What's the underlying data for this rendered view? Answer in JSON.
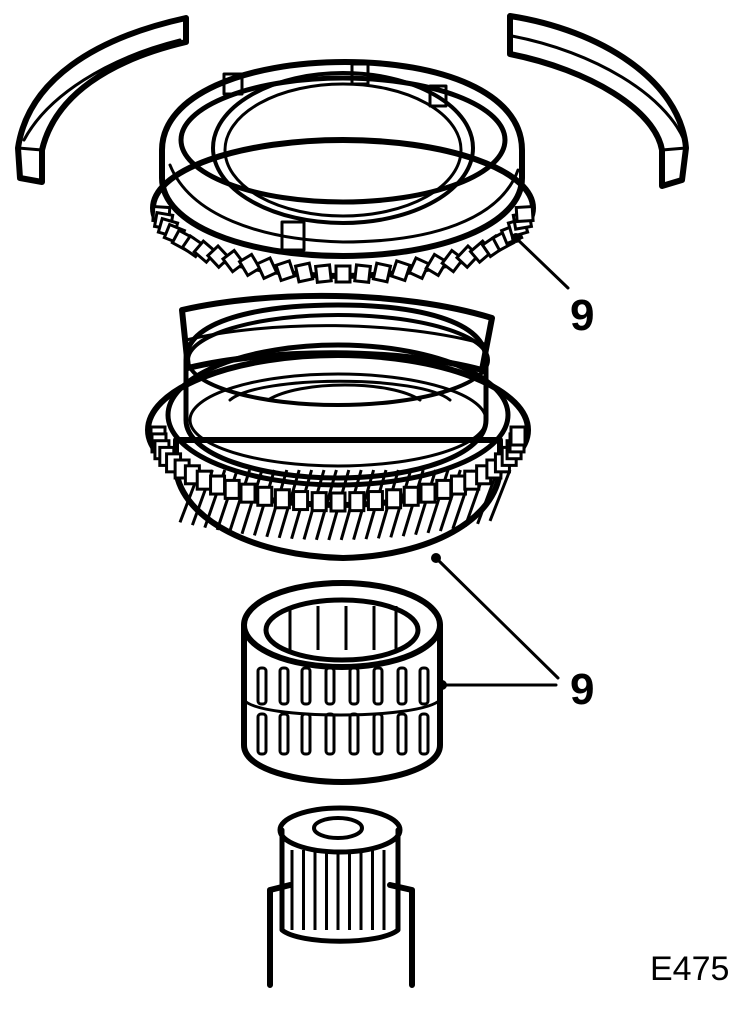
{
  "callouts": [
    {
      "id": "top",
      "label": "9"
    },
    {
      "id": "bottom",
      "label": "9"
    }
  ],
  "figure_id": "E475",
  "colors": {
    "ink": "#000000",
    "paper": "#ffffff"
  }
}
